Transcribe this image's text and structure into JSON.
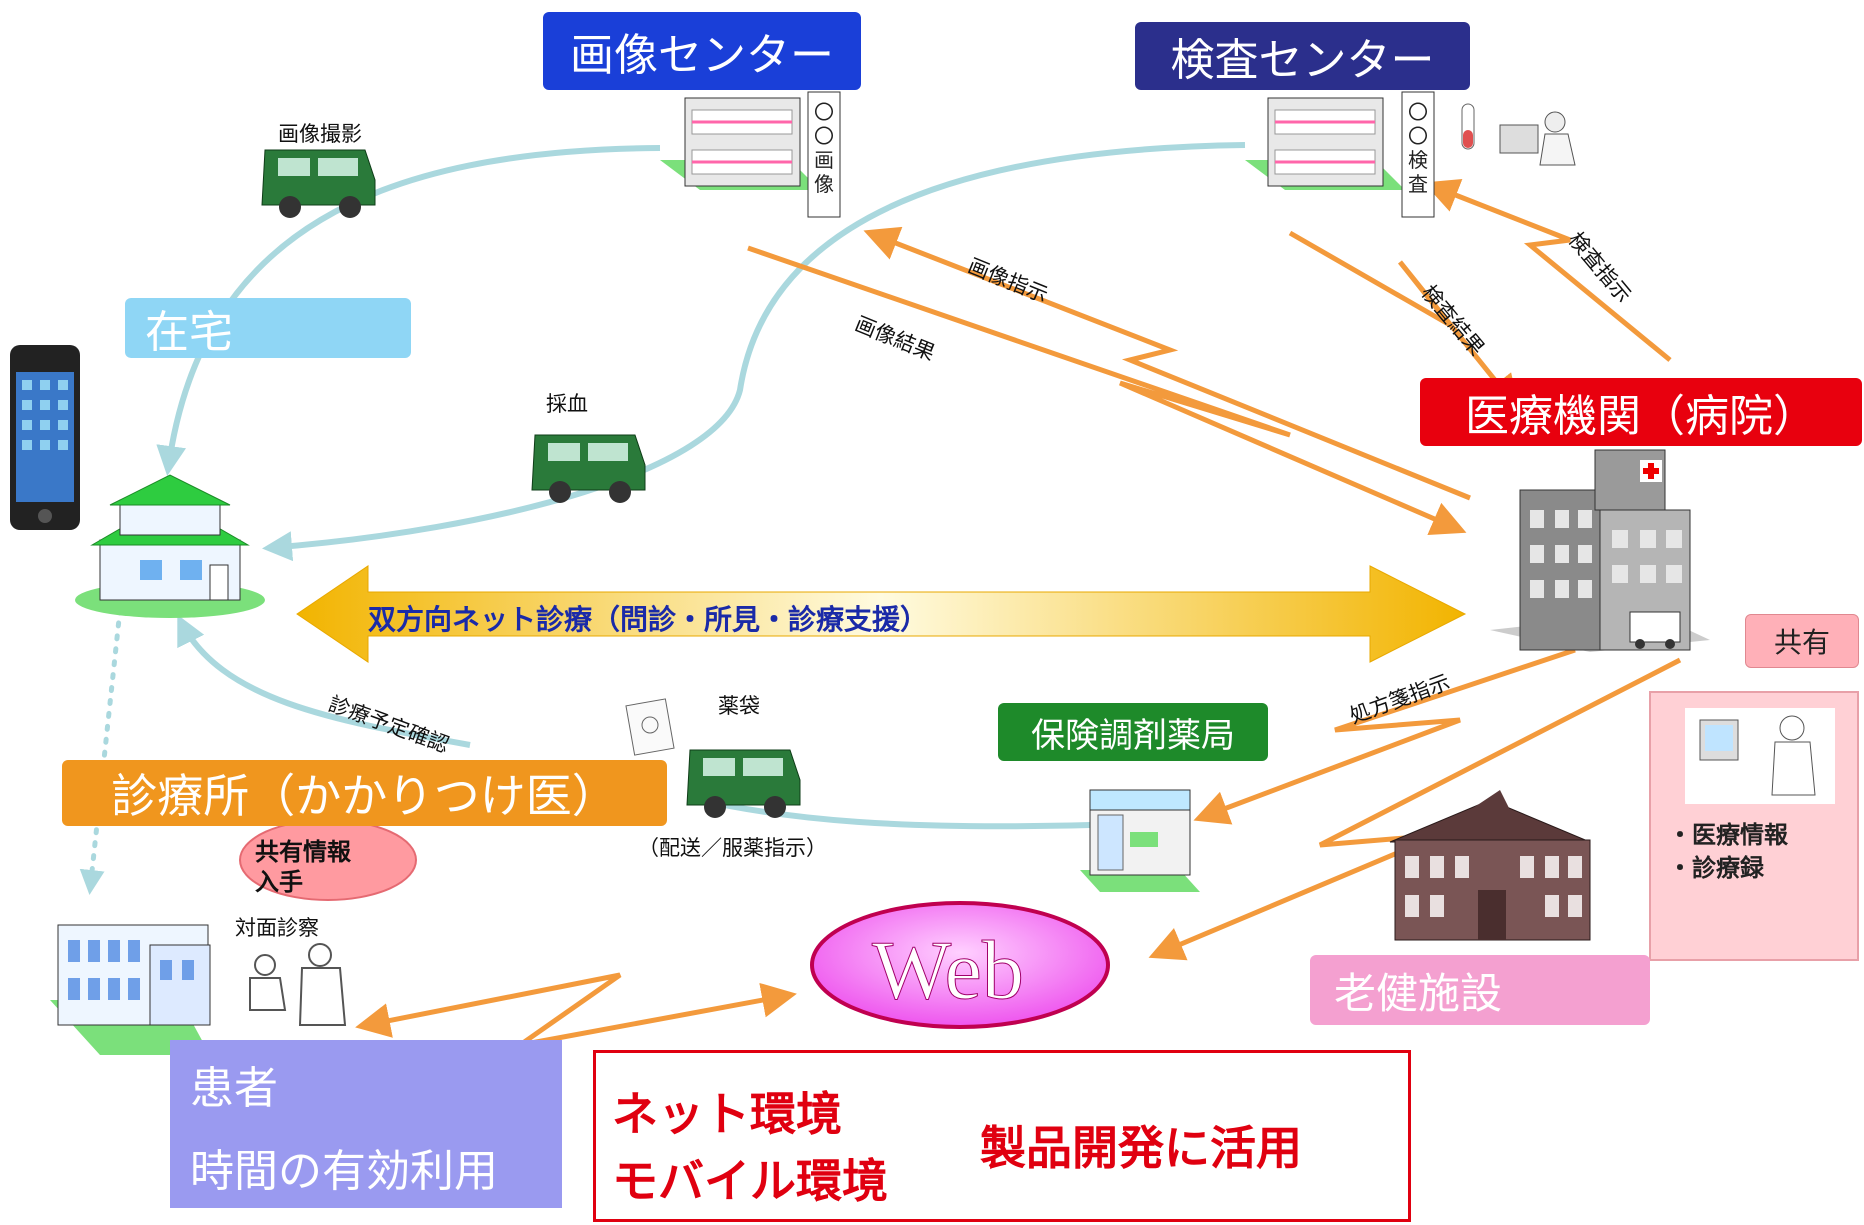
{
  "labels": {
    "image_center": "画像センター",
    "exam_center": "検査センター",
    "home": "在宅",
    "hospital": "医療機関（病院）",
    "clinic": "診療所（かかりつけ医）",
    "pharmacy": "保険調剤薬局",
    "elder_facility": "老健施設",
    "shared": "共有",
    "shared_info": [
      "共有情報",
      "入手"
    ],
    "patient": "患者",
    "time_use": "時間の有効利用",
    "web": "Web",
    "bidirectional": "双方向ネット診療（問診・所見・診療支援）",
    "hospital_info": [
      "・医療情報",
      "・診療録"
    ],
    "bottom_box": {
      "net": "ネット環境",
      "mobile": "モバイル環境",
      "product": "製品開発に活用"
    }
  },
  "captions": {
    "imaging": "画像撮影",
    "blood": "採血",
    "image_instruction": "画像指示",
    "image_result": "画像結果",
    "exam_instruction": "検査指示",
    "exam_result": "検査結果",
    "schedule_confirm": "診療予定確認",
    "medicine_bag": "薬袋",
    "delivery": "（配送／服薬指示）",
    "prescription": "処方箋指示",
    "face_exam": "対面診察"
  },
  "building_signs": {
    "image_sign": "〇〇画像",
    "exam_sign": "〇〇検査"
  },
  "colors": {
    "image_center": "#1a3fd8",
    "exam_center": "#2b2f8c",
    "home": "#8fd6f5",
    "hospital": "#e8000e",
    "clinic": "#f0961e",
    "pharmacy": "#1e8a2a",
    "elder": "#f4a0d0",
    "arrow": "#f39a3c",
    "curve": "#aad8de",
    "web": "#f060f0",
    "patient": "#9a9af0"
  }
}
